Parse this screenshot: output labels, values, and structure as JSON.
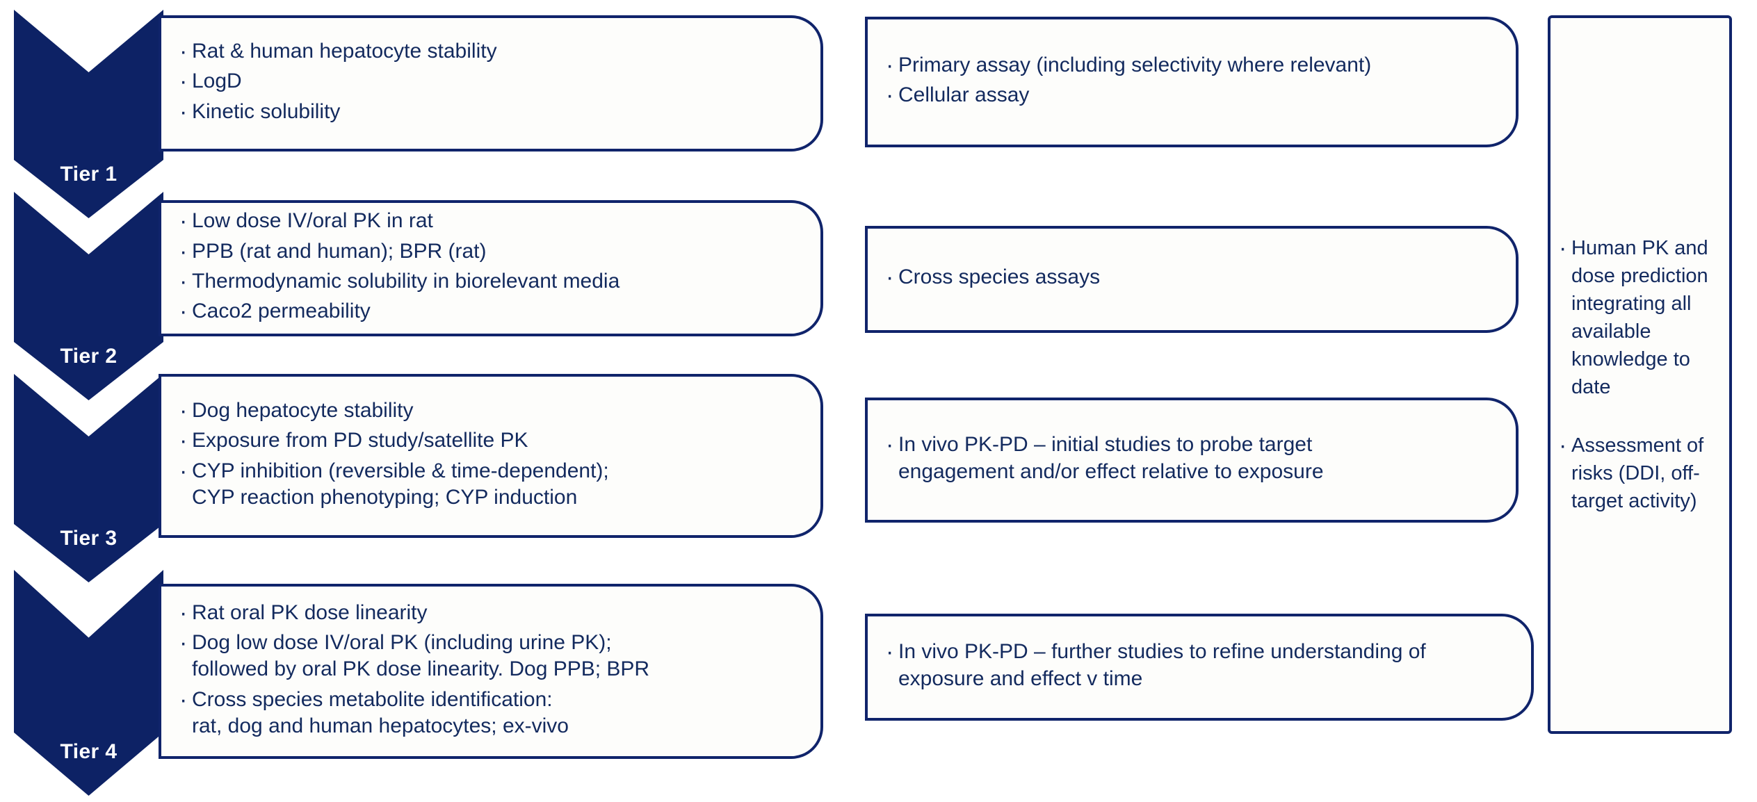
{
  "theme": {
    "brand_navy": "#0d2265",
    "border_navy": "#10246b",
    "text_navy": "#132a5e",
    "card_bg": "#fdfdfb",
    "page_bg": "#ffffff",
    "chevron_label_color": "#ffffff"
  },
  "tiers": [
    {
      "label": "Tier 1"
    },
    {
      "label": "Tier 2"
    },
    {
      "label": "Tier 3"
    },
    {
      "label": "Tier 4"
    }
  ],
  "columns": {
    "dmpk": {
      "cards": [
        {
          "tier": "Tier 1",
          "bullets": [
            "Rat & human hepatocyte stability",
            "LogD",
            "Kinetic solubility"
          ]
        },
        {
          "tier": "Tier 2",
          "bullets": [
            "Low dose IV/oral PK in rat",
            "PPB  (rat and human); BPR (rat)",
            "Thermodynamic solubility in biorelevant media",
            "Caco2 permeability"
          ]
        },
        {
          "tier": "Tier 3",
          "bullets": [
            "Dog hepatocyte stability",
            "Exposure from PD study/satellite PK",
            "CYP inhibition (reversible & time-dependent);\nCYP reaction phenotyping; CYP induction"
          ]
        },
        {
          "tier": "Tier 4",
          "bullets": [
            "Rat oral PK dose linearity",
            "Dog low dose IV/oral PK (including urine PK);\nfollowed by oral PK dose linearity. Dog PPB; BPR",
            "Cross species metabolite identification:\n rat, dog and human hepatocytes; ex-vivo"
          ]
        }
      ]
    },
    "pharmacology": {
      "cards": [
        {
          "tier": "Tier 1",
          "bullets": [
            "Primary assay (including selectivity where relevant)",
            "Cellular assay"
          ]
        },
        {
          "tier": "Tier 2",
          "bullets": [
            "Cross species assays"
          ]
        },
        {
          "tier": "Tier 3",
          "bullets": [
            "In vivo PK-PD – initial studies to probe target\nengagement and/or effect relative to exposure"
          ]
        },
        {
          "tier": "Tier 4",
          "bullets": [
            "In vivo PK-PD – further studies to refine understanding of\nexposure and effect v time"
          ]
        }
      ]
    },
    "translational": {
      "bullets": [
        "Human PK and dose prediction integrating all available knowledge to date",
        "Assessment of risks (DDI, off-target activity)"
      ]
    }
  }
}
